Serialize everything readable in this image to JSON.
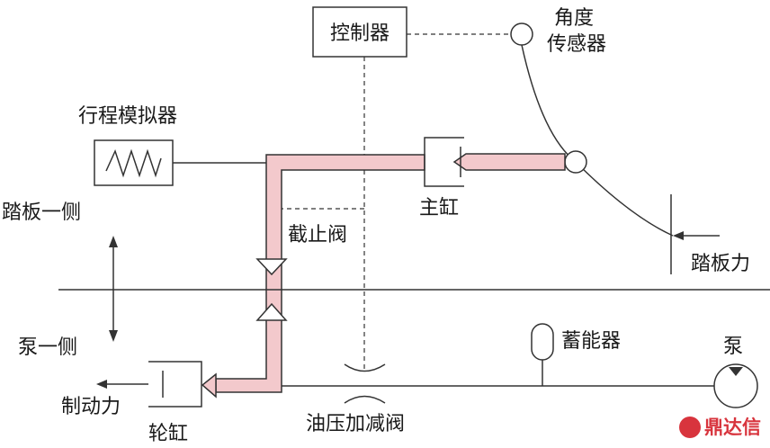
{
  "labels": {
    "controller": "控制器",
    "angle_sensor_line1": "角度",
    "angle_sensor_line2": "传感器",
    "stroke_simulator": "行程模拟器",
    "master_cylinder": "主缸",
    "pedal_side": "踏板一侧",
    "stop_valve": "截止阀",
    "pedal_force": "踏板力",
    "pump_side": "泵一侧",
    "accumulator": "蓄能器",
    "pump": "泵",
    "braking_force": "制动力",
    "wheel_cylinder": "轮缸",
    "pressure_valve": "油压加减阀"
  },
  "watermark": {
    "text": "鼎达信"
  },
  "colors": {
    "pipe_fill": "#f3c9cc",
    "line": "#333333",
    "watermark": "#d8343d"
  }
}
